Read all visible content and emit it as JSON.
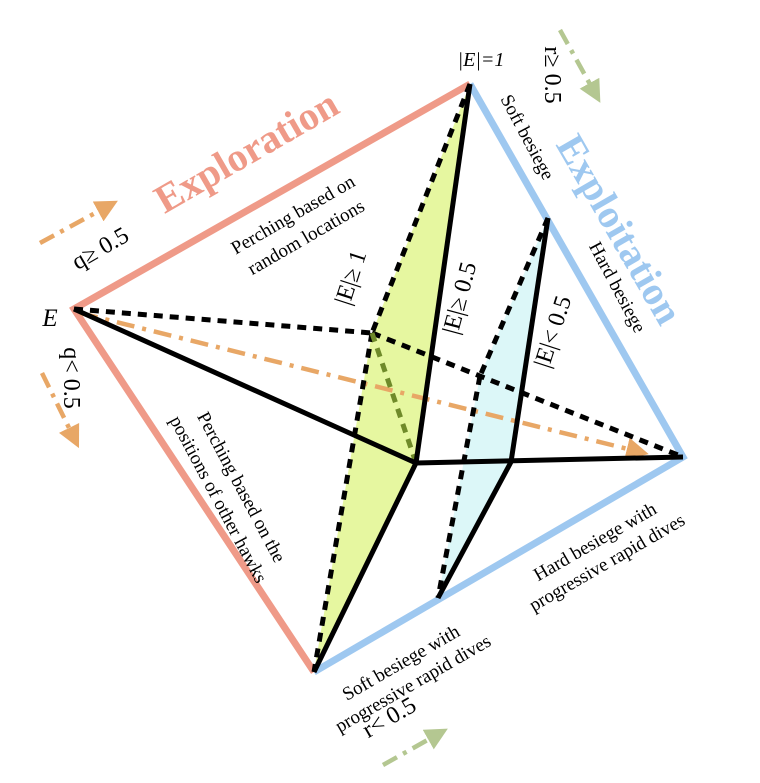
{
  "phases": {
    "exploration": "Exploration",
    "exploitation": "Exploitation"
  },
  "conditions": {
    "top_energy": "|E|=1",
    "left_energy": "E",
    "q_ge": "q≥ 0.5",
    "q_lt": "q< 0.5",
    "r_ge": "r≥ 0.5",
    "r_lt": "r< 0.5",
    "e_ge1": "|E|≥ 1",
    "e_ge05": "|E|≥ 0.5",
    "e_lt05": "|E|< 0.5"
  },
  "strategies": {
    "perch_random_1": "Perching based on",
    "perch_random_2": "random locations",
    "perch_hawks_1": "Perching based on the",
    "perch_hawks_2": "positions of other hawks",
    "soft_besiege": "Soft besiege",
    "hard_besiege": "Hard besiege",
    "soft_dives_1": "Soft besiege with",
    "soft_dives_2": "progressive rapid dives",
    "hard_dives_1": "Hard besiege with",
    "hard_dives_2": "progressive rapid dives"
  },
  "colors": {
    "exploration": "#ef9a88",
    "exploitation": "#9ec8f0",
    "arrow_orange": "#e8a766",
    "arrow_green": "#b4c791",
    "plane_yellow": "#e6f7a0",
    "plane_cyan": "#dcf7f8"
  }
}
